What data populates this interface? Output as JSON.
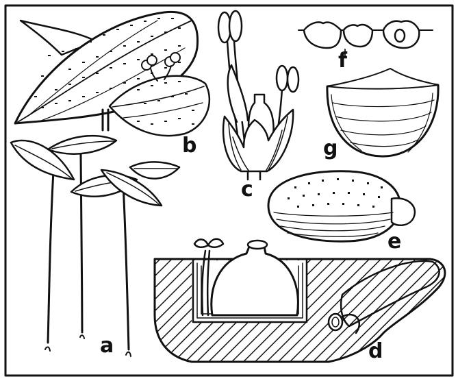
{
  "figure": {
    "labels": {
      "a": "a",
      "b": "b",
      "c": "c",
      "d": "d",
      "e": "e",
      "f": "f",
      "g": "g"
    }
  },
  "colors": {
    "ink": "#111111",
    "paper": "#ffffff"
  }
}
